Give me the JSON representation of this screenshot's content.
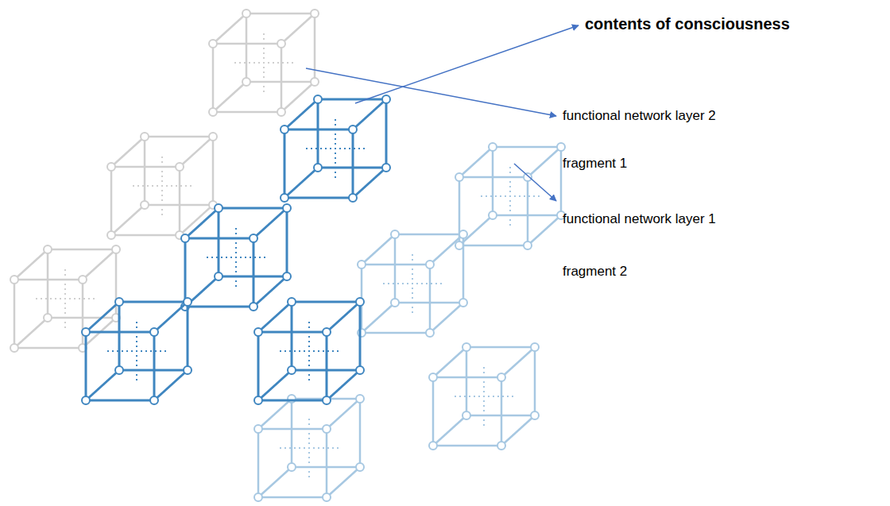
{
  "diagram": {
    "labels": [
      "contents of consciousness",
      "functional network layer 2",
      "fragment 1",
      "functional network layer 1",
      "fragment 2"
    ]
  }
}
